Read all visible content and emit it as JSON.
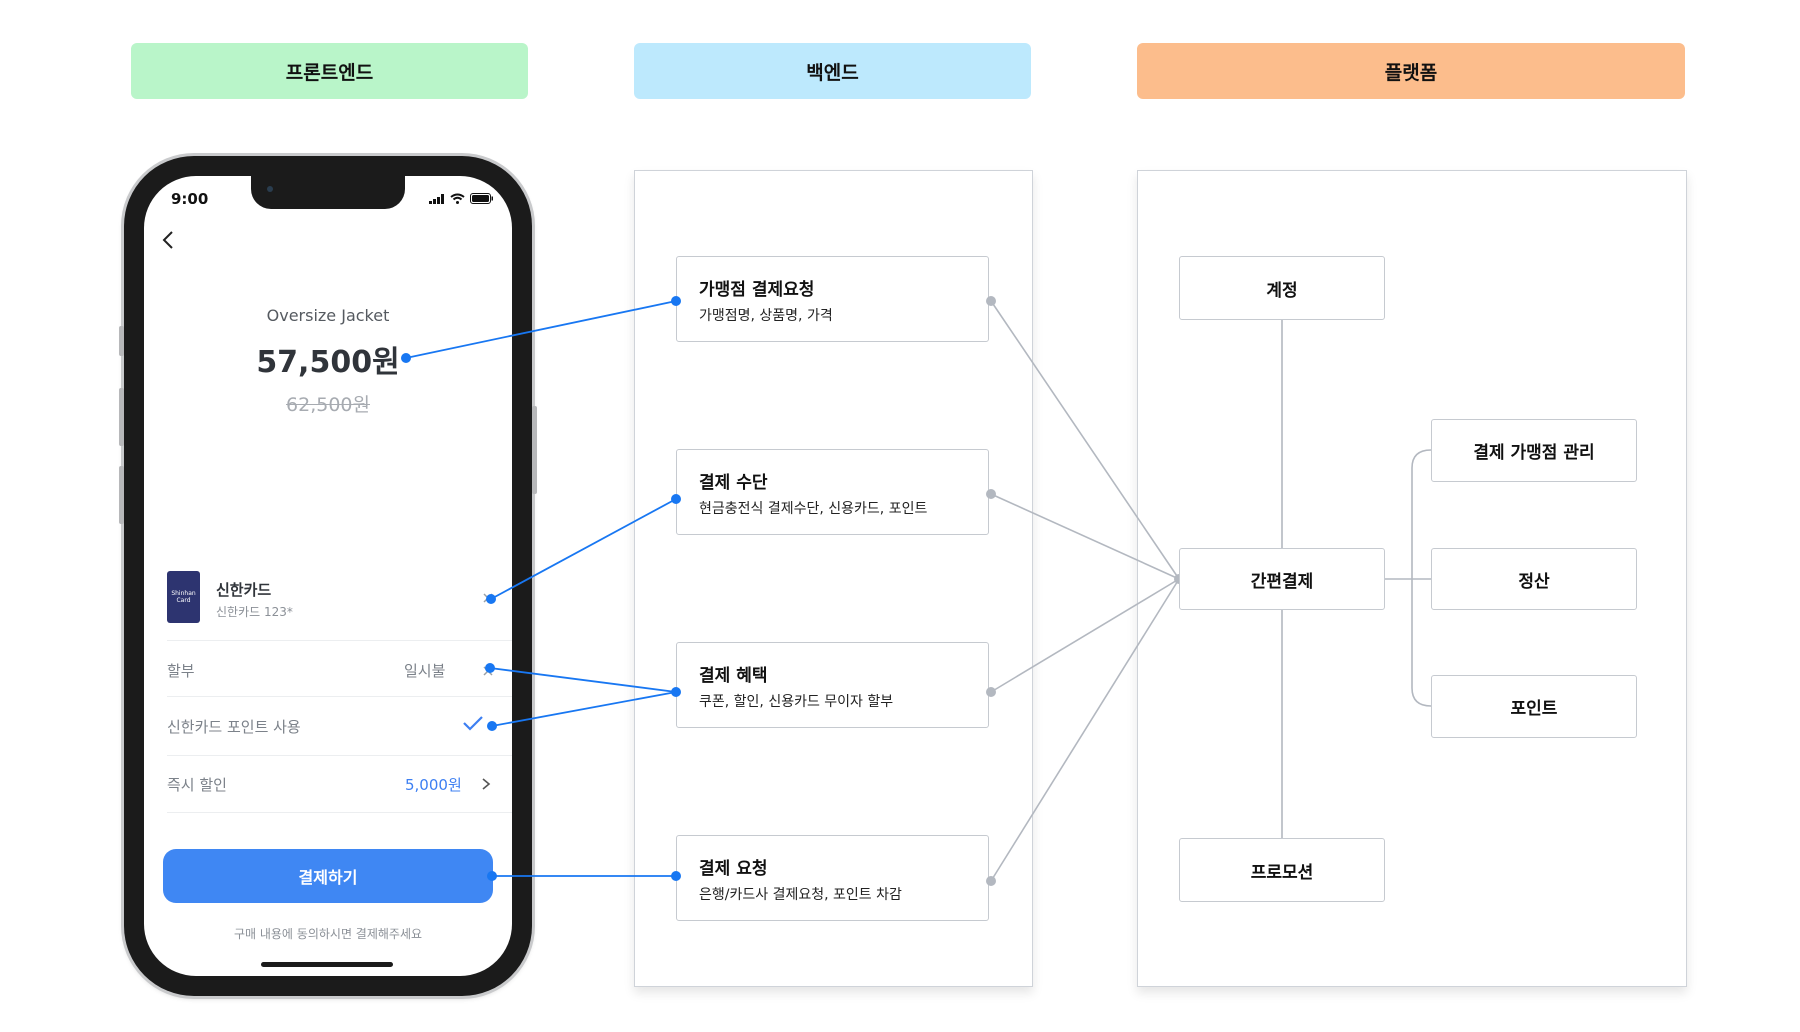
{
  "headers": {
    "frontend": "프론트엔드",
    "backend": "백엔드",
    "platform": "플랫폼"
  },
  "phone": {
    "time": "9:00",
    "product_name": "Oversize Jacket",
    "price": "57,500원",
    "original_price": "62,500원",
    "card": {
      "image_text": "Shinhan Card",
      "name": "신한카드",
      "number": "신한카드 123*"
    },
    "rows": [
      {
        "label": "할부",
        "value": "일시불"
      },
      {
        "label": "신한카드 포인트 사용",
        "value": ""
      },
      {
        "label": "즉시 할인",
        "value": "5,000원"
      }
    ],
    "pay_button": "결제하기",
    "agreement": "구매 내용에 동의하시면 결제해주세요"
  },
  "backend_boxes": [
    {
      "title": "가맹점 결제요청",
      "subtitle": "가맹점명, 상품명, 가격"
    },
    {
      "title": "결제 수단",
      "subtitle": "현금충전식 결제수단, 신용카드, 포인트"
    },
    {
      "title": "결제 혜택",
      "subtitle": "쿠폰, 할인, 신용카드 무이자 할부"
    },
    {
      "title": "결제 요청",
      "subtitle": "은행/카드사 결제요청, 포인트 차감"
    }
  ],
  "platform_boxes": {
    "account": "계정",
    "easy_pay": "간편결제",
    "promotion": "프로모션",
    "merchant_mgmt": "결제 가맹점 관리",
    "settlement": "정산",
    "point": "포인트"
  },
  "colors": {
    "frontend_header": "#b9f5c9",
    "backend_header": "#bde9fd",
    "platform_header": "#fcbd8c",
    "connector_blue": "#1877f2",
    "connector_gray": "#b3b8c0",
    "pay_button": "#3f87f3"
  }
}
